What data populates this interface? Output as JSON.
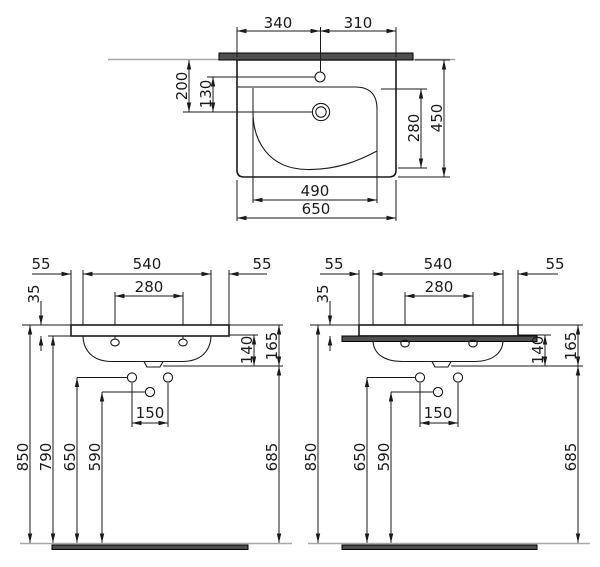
{
  "colors": {
    "line": "#1a1a1a",
    "construction": "#a8a8a8",
    "bar_fill": "#4f4f4f",
    "bar_stroke": "#000000",
    "background": "#ffffff"
  },
  "top_view": {
    "dim_340": "340",
    "dim_310": "310",
    "dim_200": "200",
    "dim_130": "130",
    "dim_280": "280",
    "dim_450": "450",
    "dim_490": "490",
    "dim_650": "650"
  },
  "front_left": {
    "dim_55_left": "55",
    "dim_540": "540",
    "dim_55_right": "55",
    "dim_35": "35",
    "dim_280": "280",
    "dim_140": "140",
    "dim_165": "165",
    "dim_150": "150",
    "dim_850": "850",
    "dim_790": "790",
    "dim_650": "650",
    "dim_590": "590",
    "dim_685": "685"
  },
  "front_right": {
    "dim_55_left": "55",
    "dim_540": "540",
    "dim_55_right": "55",
    "dim_35": "35",
    "dim_280": "280",
    "dim_140": "140",
    "dim_165": "165",
    "dim_150": "150",
    "dim_850": "850",
    "dim_650": "650",
    "dim_590": "590",
    "dim_685": "685"
  }
}
